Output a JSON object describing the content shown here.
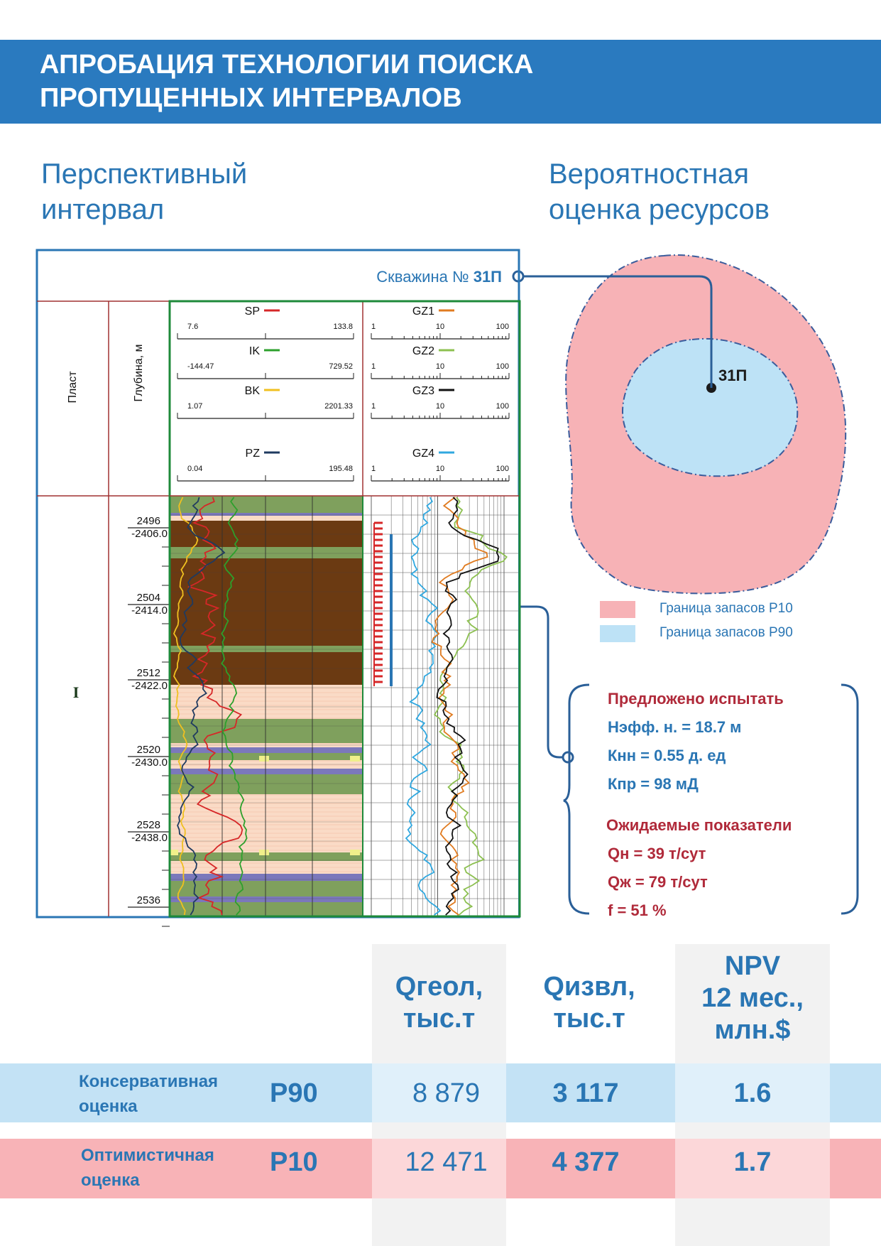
{
  "header": {
    "title_line1": "АПРОБАЦИЯ ТЕХНОЛОГИИ ПОИСКА",
    "title_line2": "ПРОПУЩЕННЫХ ИНТЕРВАЛОВ"
  },
  "left_heading": {
    "line1": "Перспективный",
    "line2": "интервал"
  },
  "right_heading": {
    "line1": "Вероятностная",
    "line2": "оценка ресурсов"
  },
  "well_log": {
    "well_label": "Скважина №",
    "well_number": "31П",
    "col_formation": "Пласт",
    "col_depth": "Глубина, м",
    "formation": "I",
    "colors": {
      "SP": "#d62728",
      "IK": "#2ca02c",
      "BK": "#f0c020",
      "PZ": "#1f3a60",
      "GZ1": "#e07b20",
      "GZ2": "#8cc050",
      "GZ3": "#111111",
      "GZ4": "#30a8e0"
    },
    "curves_left": [
      {
        "name": "SP",
        "min": "7.6",
        "max": "133.8"
      },
      {
        "name": "IK",
        "min": "-144.47",
        "max": "729.52"
      },
      {
        "name": "BK",
        "min": "1.07",
        "max": "2201.33"
      },
      {
        "name": "PZ",
        "min": "0.04",
        "max": "195.48"
      }
    ],
    "curves_right": [
      {
        "name": "GZ1",
        "ticks": [
          "1",
          "10",
          "100"
        ]
      },
      {
        "name": "GZ2",
        "ticks": [
          "1",
          "10",
          "100"
        ]
      },
      {
        "name": "GZ3",
        "ticks": [
          "1",
          "10",
          "100"
        ]
      },
      {
        "name": "GZ4",
        "ticks": [
          "1",
          "10",
          "100"
        ]
      }
    ],
    "depth_marks": [
      {
        "md": "2496",
        "tvd": "-2406.0"
      },
      {
        "md": "2504",
        "tvd": "-2414.0"
      },
      {
        "md": "2512",
        "tvd": "-2422.0"
      },
      {
        "md": "2520",
        "tvd": "-2430.0"
      },
      {
        "md": "2528",
        "tvd": "-2438.0"
      },
      {
        "md": "2536",
        "tvd": ""
      }
    ]
  },
  "map": {
    "well_label": "31П",
    "colors": {
      "P10": "#f7b2b6",
      "P90": "#bde2f6",
      "border": "#3a5c9c"
    }
  },
  "legend": [
    {
      "label": "Граница запасов P10",
      "color": "#f7b2b6"
    },
    {
      "label": "Граница запасов P90",
      "color": "#bde2f6"
    }
  ],
  "proposal": {
    "title": "Предложено испытать",
    "params": [
      "Нэфф. н. = 18.7 м",
      "Кнн = 0.55 д. ед",
      "Кпр = 98 мД"
    ],
    "expected_title": "Ожидаемые показатели",
    "expected": [
      "Qн = 39 т/сут",
      "Qж = 79 т/сут",
      "f = 51 %"
    ]
  },
  "table": {
    "headers": {
      "qgeol": [
        "Qгеол,",
        "тыс.т"
      ],
      "qizvl": [
        "Qизвл,",
        "тыс.т"
      ],
      "npv": [
        "NPV",
        "12 мес.,",
        "млн.$"
      ]
    },
    "rows": [
      {
        "label": [
          "Консервативная",
          "оценка"
        ],
        "case": "P90",
        "qgeol": "8 879",
        "qizvl": "3 117",
        "npv": "1.6"
      },
      {
        "label": [
          "Оптимистичная",
          "оценка"
        ],
        "case": "P10",
        "qgeol": "12 471",
        "qizvl": "4 377",
        "npv": "1.7"
      }
    ]
  }
}
